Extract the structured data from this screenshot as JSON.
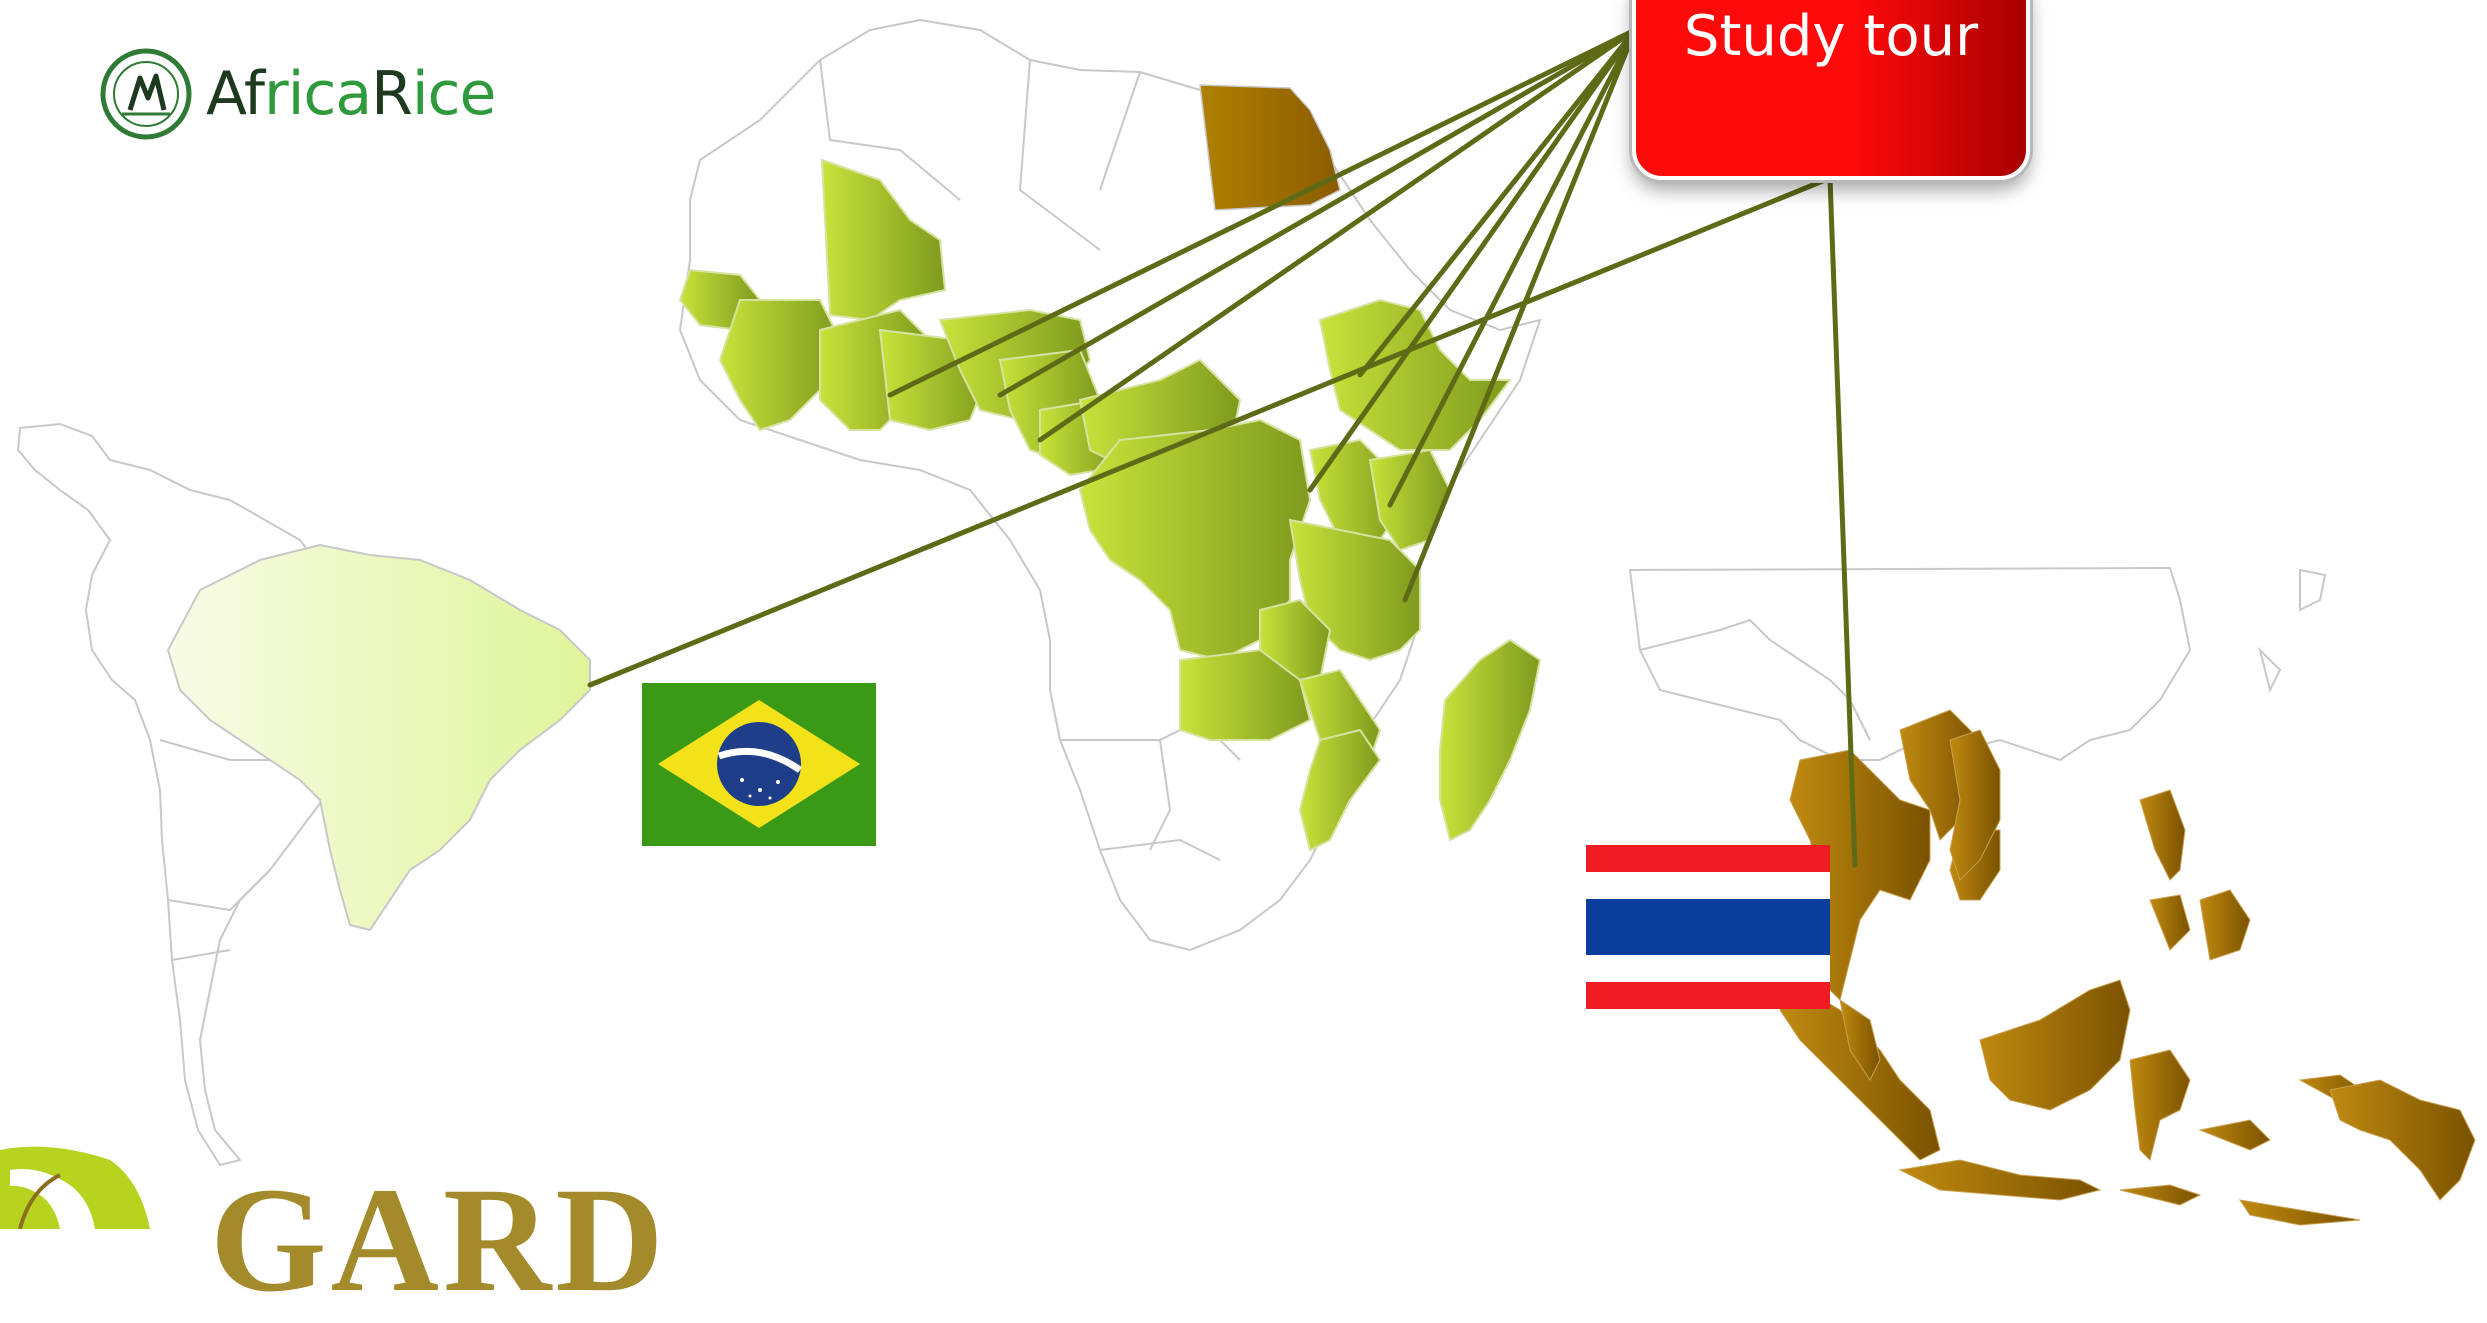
{
  "slide": {
    "background": "#ffffff"
  },
  "logo": {
    "icon": "africarice-emblem-icon",
    "text_part1": "Af",
    "text_part2": "rica",
    "text_part3": "R",
    "text_part4": "ice",
    "color_dark": "#1e3a1e",
    "color_green": "#2f9a3c"
  },
  "callout": {
    "label": "Study tour",
    "color_start": "#ff0a0a",
    "color_end": "#a80000"
  },
  "regions": {
    "africa_participants_color_start": "#c8e33a",
    "africa_participants_color_end": "#7f9a1e",
    "egypt_color": "#9a6a00",
    "brazil_color_start": "#f8fbe6",
    "brazil_color_end": "#dff59a",
    "southeast_asia_color_start": "#c08a10",
    "southeast_asia_color_end": "#7a5200",
    "outline_color": "#c8c8c8"
  },
  "connectors": {
    "color": "#5f6a17"
  },
  "flags": {
    "brazil": {
      "icon": "brazil-flag-icon",
      "green": "#3a9a16",
      "yellow": "#f3e21a",
      "blue": "#1f3e8a"
    },
    "thailand": {
      "icon": "thailand-flag-icon",
      "red": "#ef1c24",
      "white": "#ffffff",
      "blue": "#0a3d9e"
    }
  },
  "footer_logo": {
    "icon": "gard-emblem-icon",
    "text": "GARD"
  }
}
